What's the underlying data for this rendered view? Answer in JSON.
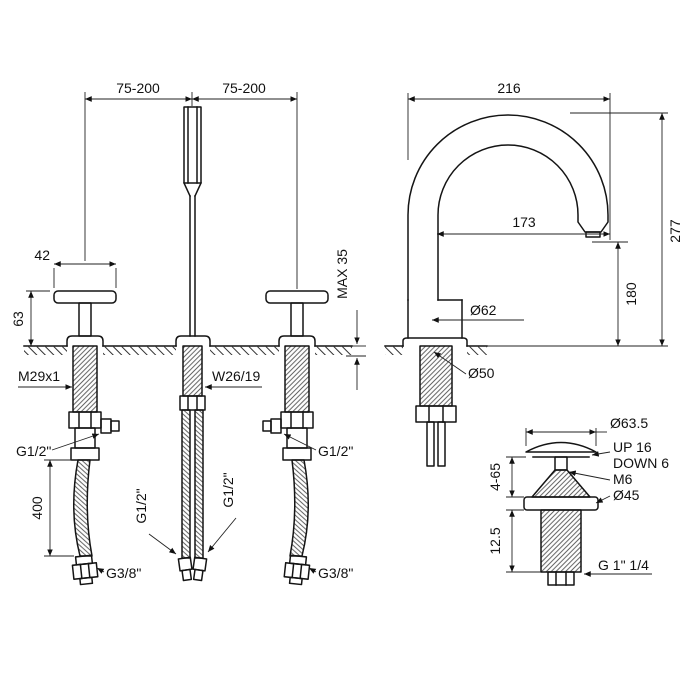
{
  "drawing": {
    "front": {
      "spacing_left": "75-200",
      "spacing_right": "75-200",
      "handle_width": "42",
      "handle_height": "63",
      "deck_max": "MAX 35",
      "handle_thread": "M29x1",
      "spout_thread": "W26/19",
      "valve_outlet_left": "G1/2\"",
      "valve_outlet_right": "G1/2\"",
      "spout_hose_left": "G1/2\"",
      "spout_hose_right": "G1/2\"",
      "hose_length": "400",
      "hose_end_left": "G3/8\"",
      "hose_end_right": "G3/8\""
    },
    "side": {
      "spout_reach": "216",
      "outlet_reach": "173",
      "total_height": "277",
      "outlet_height": "180",
      "body_diameter": "Ø62",
      "base_diameter": "Ø50"
    },
    "drain": {
      "cap_diameter": "Ø63.5",
      "up_travel": "UP 16",
      "down_travel": "DOWN 6",
      "screw": "M6",
      "flange_diameter": "Ø45",
      "deck_range": "4-65",
      "body_offset": "12.5",
      "thread": "G 1\" 1/4"
    }
  }
}
